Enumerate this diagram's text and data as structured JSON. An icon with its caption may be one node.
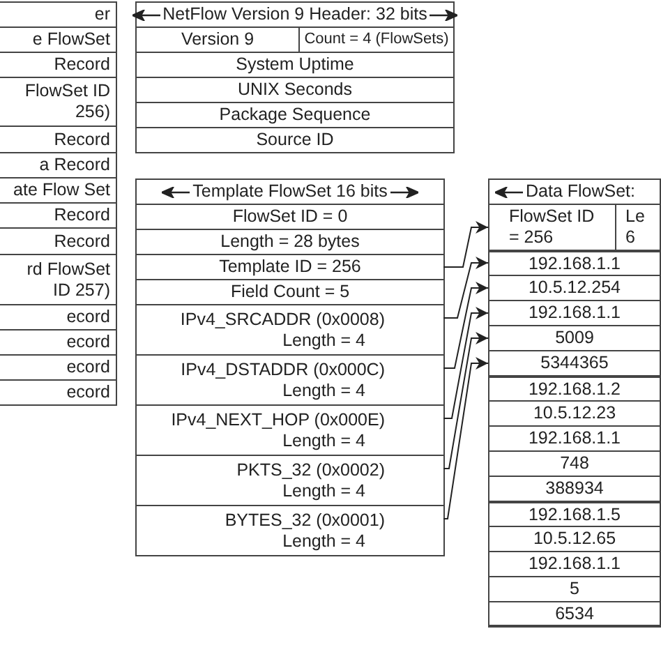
{
  "diagram": {
    "nodes": [
      {
        "text": [
          "er"
        ]
      },
      {
        "text": [
          "e FlowSet"
        ]
      },
      {
        "text": [
          "Record"
        ]
      },
      {
        "text": [
          "FlowSet ID 256)"
        ]
      },
      {
        "text": [
          "Record"
        ]
      },
      {
        "text": [
          "a Record"
        ]
      },
      {
        "text": [
          "ate Flow Set"
        ]
      },
      {
        "text": [
          "Record"
        ]
      },
      {
        "text": [
          "Record"
        ]
      },
      {
        "text": [
          "rd FlowSet ID 257)"
        ]
      },
      {
        "text": [
          "ecord"
        ]
      },
      {
        "text": [
          "ecord"
        ]
      },
      {
        "text": [
          "ecord"
        ]
      },
      {
        "text": [
          "ecord"
        ]
      },
      {
        "text": [
          "NetFlow Version 9 Header: 32 bits"
        ]
      },
      {
        "text": [
          "Version 9"
        ]
      },
      {
        "text": [
          "Count = 4 (FlowSets)"
        ]
      },
      {
        "text": [
          "System Uptime"
        ]
      },
      {
        "text": [
          "UNIX Seconds"
        ]
      },
      {
        "text": [
          "Package Sequence"
        ]
      },
      {
        "text": [
          "Source ID"
        ]
      },
      {
        "text": [
          "Template FlowSet 16 bits"
        ]
      },
      {
        "text": [
          "FlowSet ID = 0"
        ]
      },
      {
        "text": [
          "Length = 28 bytes"
        ]
      },
      {
        "text": [
          "Template ID = 256"
        ]
      },
      {
        "text": [
          "Field Count = 5"
        ]
      },
      {
        "text": [
          "IPv4_SRCADDR (0x0008)",
          "Length = 4"
        ]
      },
      {
        "text": [
          "IPv4_DSTADDR (0x000C)",
          "Length = 4"
        ]
      },
      {
        "text": [
          "IPv4_NEXT_HOP (0x000E)",
          "Length = 4"
        ]
      },
      {
        "text": [
          "PKTS_32 (0x0002)",
          "Length = 4"
        ]
      },
      {
        "text": [
          "BYTES_32 (0x0001)",
          "Length = 4"
        ]
      },
      {
        "text": [
          "Data FlowSet:"
        ]
      },
      {
        "text": [
          "FlowSet ID = 256"
        ]
      },
      {
        "text": [
          "Le 6"
        ]
      },
      {
        "text": [
          "192.168.1.1"
        ]
      },
      {
        "text": [
          "10.5.12.254"
        ]
      },
      {
        "text": [
          "192.168.1.1"
        ]
      },
      {
        "text": [
          "5009"
        ]
      },
      {
        "text": [
          "5344365"
        ]
      },
      {
        "text": [
          "192.168.1.2"
        ]
      },
      {
        "text": [
          "10.5.12.23"
        ]
      },
      {
        "text": [
          "192.168.1.1"
        ]
      },
      {
        "text": [
          "748"
        ]
      },
      {
        "text": [
          "388934"
        ]
      },
      {
        "text": [
          "192.168.1.5"
        ]
      },
      {
        "text": [
          "10.5.12.65"
        ]
      },
      {
        "text": [
          "192.168.1.1"
        ]
      },
      {
        "text": [
          "5"
        ]
      },
      {
        "text": [
          "6534"
        ]
      }
    ],
    "edges": [
      {
        "from": 24,
        "to": 32,
        "arrow": "to"
      },
      {
        "from": 26,
        "to": 34,
        "arrow": "to"
      },
      {
        "from": 27,
        "to": 35,
        "arrow": "to"
      },
      {
        "from": 28,
        "to": 36,
        "arrow": "to"
      },
      {
        "from": 29,
        "to": 37,
        "arrow": "to"
      },
      {
        "from": 30,
        "to": 38,
        "arrow": "to"
      }
    ]
  }
}
